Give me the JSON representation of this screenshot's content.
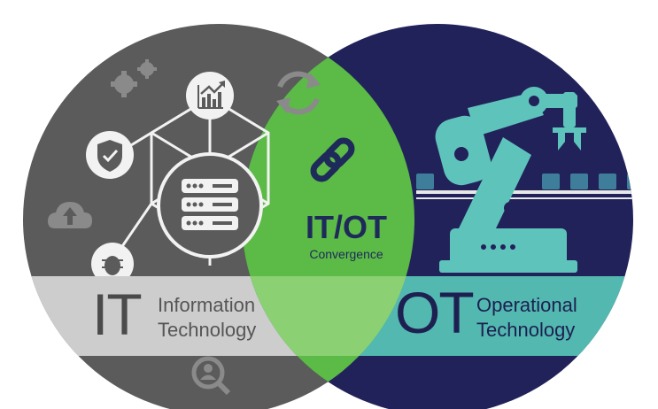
{
  "it": {
    "abbr": "IT",
    "line1": "Information",
    "line2": "Technology"
  },
  "ot": {
    "abbr": "OT",
    "line1": "Operational",
    "line2": "Technology"
  },
  "convergence": {
    "title": "IT/OT",
    "subtitle": "Convergence"
  },
  "colors": {
    "it_circle": "#5b5b5b",
    "it_band": "#cdcdcd",
    "ot_circle": "#22225a",
    "ot_band": "#52b8b0",
    "overlap": "#5cba47",
    "overlap_band": "#8bd174",
    "robot": "#5ec4bb"
  },
  "icons": [
    "gears-icon",
    "analytics-icon",
    "refresh-icon",
    "shield-check-icon",
    "server-icon",
    "cloud-upload-icon",
    "bug-lock-icon",
    "user-search-icon",
    "link-icon",
    "robot-arm-icon"
  ]
}
